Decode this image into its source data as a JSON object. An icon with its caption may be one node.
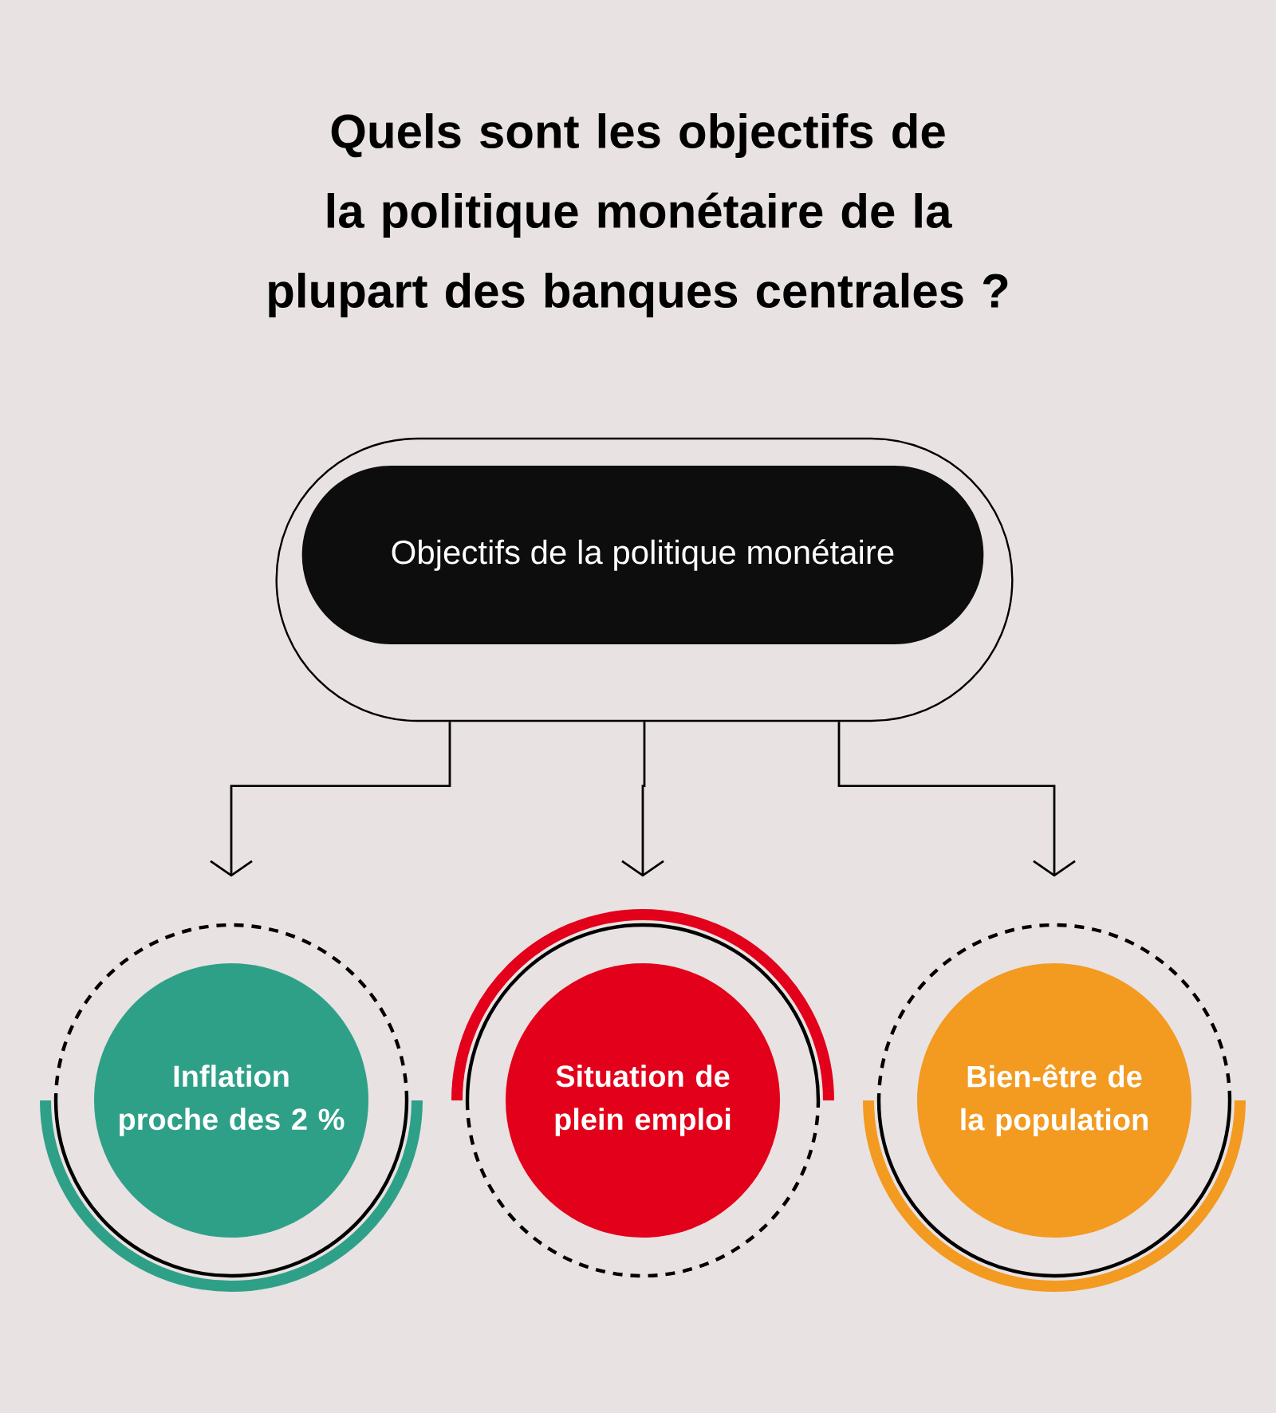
{
  "diagram": {
    "title": "Quels sont les objectifs de la politique monétaire de la plupart des banques centrales ?",
    "nodes": [
      {
        "text": [
          "Objectifs de la politique monétaire"
        ]
      },
      {
        "text": [
          "Inflation proche des 2 %"
        ]
      },
      {
        "text": [
          "Situation de plein emploi"
        ]
      },
      {
        "text": [
          "Bien-être de la population"
        ]
      }
    ],
    "edges": [
      {
        "from": 0,
        "to": 1,
        "arrow": "to"
      },
      {
        "from": 0,
        "to": 2,
        "arrow": "to"
      },
      {
        "from": 0,
        "to": 3,
        "arrow": "to"
      }
    ]
  }
}
